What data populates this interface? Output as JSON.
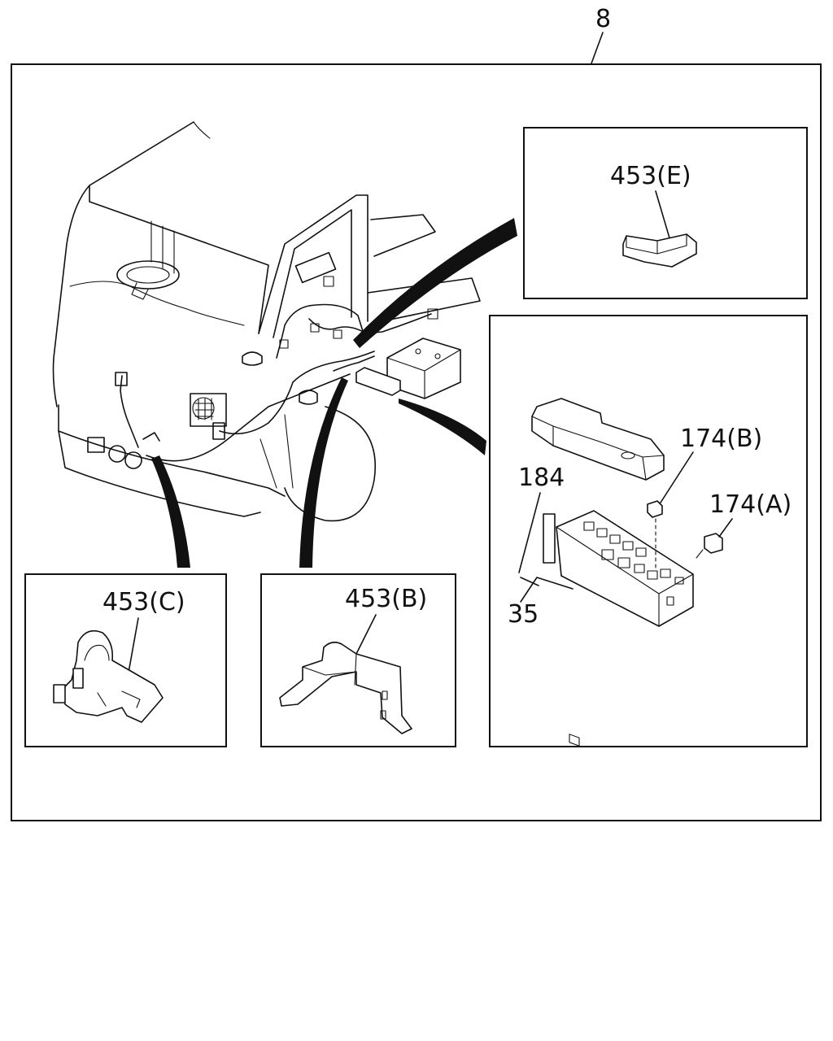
{
  "diagram": {
    "main_label": "8",
    "callouts": {
      "part_453e": "453(E)",
      "part_453c": "453(C)",
      "part_453b": "453(B)",
      "part_174b": "174(B)",
      "part_174a": "174(A)",
      "part_184": "184",
      "part_35": "35"
    },
    "colors": {
      "line": "#111111",
      "background": "#ffffff"
    }
  }
}
